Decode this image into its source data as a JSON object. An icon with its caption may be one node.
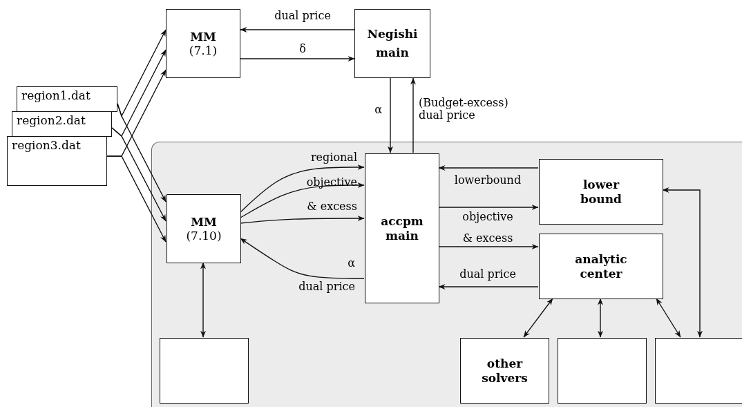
{
  "diagram": {
    "nodes": [
      {
        "text": [
          "MM",
          "(7.1)"
        ]
      },
      {
        "text": [
          "Negishi main"
        ]
      },
      {
        "text": [
          "region1.dat"
        ]
      },
      {
        "text": [
          "region2.dat"
        ]
      },
      {
        "text": [
          "region3.dat"
        ]
      },
      {
        "text": [],
        "shape": "box"
      },
      {
        "text": [
          "MM",
          "(7.10)"
        ],
        "in": 5
      },
      {
        "text": [
          "accpm main"
        ],
        "in": 5
      },
      {
        "text": [
          "lower bound"
        ],
        "in": 5
      },
      {
        "text": [
          "analytic center"
        ],
        "in": 5
      },
      {
        "text": [],
        "shape": "box",
        "in": 5
      },
      {
        "text": [
          "other solvers"
        ],
        "in": 5
      },
      {
        "text": [],
        "shape": "box",
        "in": 5
      },
      {
        "text": [],
        "shape": "box",
        "in": 5
      }
    ],
    "edges": [
      {
        "from": 1,
        "to": 0,
        "arrow": "to",
        "label": "dual price"
      },
      {
        "from": 0,
        "to": 1,
        "arrow": "to",
        "label": "δ"
      },
      {
        "from": 2,
        "to": 0,
        "arrow": "to"
      },
      {
        "from": 2,
        "to": 6,
        "arrow": "to"
      },
      {
        "from": 3,
        "to": 0,
        "arrow": "to"
      },
      {
        "from": 3,
        "to": 6,
        "arrow": "to"
      },
      {
        "from": 4,
        "to": 0,
        "arrow": "to"
      },
      {
        "from": 4,
        "to": 6,
        "arrow": "to"
      },
      {
        "from": 1,
        "to": 7,
        "arrow": "to",
        "label": "α"
      },
      {
        "from": 7,
        "to": 1,
        "arrow": "to",
        "label": "(Budget-excess) dual price"
      },
      {
        "from": 6,
        "to": 7,
        "arrow": "to",
        "label": "regional"
      },
      {
        "from": 6,
        "to": 7,
        "arrow": "to",
        "label": "objective"
      },
      {
        "from": 6,
        "to": 7,
        "arrow": "to",
        "label": "& excess"
      },
      {
        "from": 7,
        "to": 6,
        "arrow": "to",
        "label": "α"
      },
      {
        "from": 8,
        "to": 7,
        "arrow": "to",
        "label": "lowerbound"
      },
      {
        "from": 7,
        "to": 8,
        "arrow": "to",
        "label": "objective"
      },
      {
        "from": 7,
        "to": 9,
        "arrow": "to",
        "label": "& excess"
      },
      {
        "from": 9,
        "to": 7,
        "arrow": "to",
        "label": "dual price"
      },
      {
        "from": 6,
        "to": 10,
        "arrow": "both"
      },
      {
        "from": 9,
        "to": 11,
        "arrow": "both"
      },
      {
        "from": 9,
        "to": 12,
        "arrow": "both"
      },
      {
        "from": 9,
        "to": 13,
        "arrow": "both"
      },
      {
        "from": 8,
        "to": 13,
        "arrow": "both"
      }
    ],
    "labels": [
      "dual price"
    ]
  }
}
